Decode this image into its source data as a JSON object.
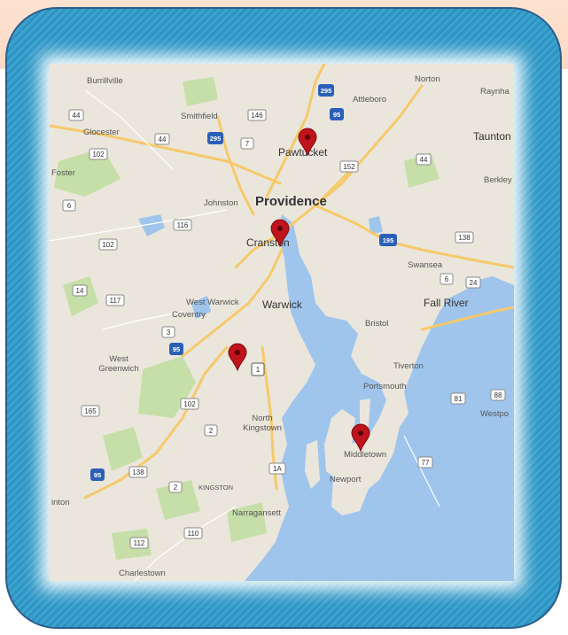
{
  "map": {
    "places": [
      {
        "id": "burrillville",
        "name": "Burrillville"
      },
      {
        "id": "norton",
        "name": "Norton"
      },
      {
        "id": "raynham",
        "name": "Raynha"
      },
      {
        "id": "attleboro",
        "name": "Attleboro"
      },
      {
        "id": "smithfield",
        "name": "Smithfield"
      },
      {
        "id": "glocester",
        "name": "Glocester"
      },
      {
        "id": "pawtucket",
        "name": "Pawtucket"
      },
      {
        "id": "taunton",
        "name": "Taunton"
      },
      {
        "id": "foster",
        "name": "Foster"
      },
      {
        "id": "berkley",
        "name": "Berkley"
      },
      {
        "id": "johnston",
        "name": "Johnston"
      },
      {
        "id": "providence",
        "name": "Providence"
      },
      {
        "id": "cranston",
        "name": "Cranston"
      },
      {
        "id": "swansea",
        "name": "Swansea"
      },
      {
        "id": "west-warwick",
        "name": "West Warwick"
      },
      {
        "id": "warwick",
        "name": "Warwick"
      },
      {
        "id": "coventry",
        "name": "Coventry"
      },
      {
        "id": "fall-river",
        "name": "Fall River"
      },
      {
        "id": "bristol",
        "name": "Bristol"
      },
      {
        "id": "west-greenwich",
        "name": "West\nGreenwich"
      },
      {
        "id": "tiverton",
        "name": "Tiverton"
      },
      {
        "id": "portsmouth",
        "name": "Portsmouth"
      },
      {
        "id": "westport",
        "name": "Westpo"
      },
      {
        "id": "north-kingstown",
        "name": "North\nKingstown"
      },
      {
        "id": "middletown",
        "name": "Middletown"
      },
      {
        "id": "newport",
        "name": "Newport"
      },
      {
        "id": "kingston",
        "name": "KINGSTON"
      },
      {
        "id": "narragansett",
        "name": "Narragansett"
      },
      {
        "id": "charlestown",
        "name": "Charlestown"
      },
      {
        "id": "hopkinton",
        "name": "inton"
      }
    ],
    "route_shields": [
      {
        "label": "44"
      },
      {
        "label": "146"
      },
      {
        "label": "295"
      },
      {
        "label": "95"
      },
      {
        "label": "7"
      },
      {
        "label": "102"
      },
      {
        "label": "44"
      },
      {
        "label": "152"
      },
      {
        "label": "44"
      },
      {
        "label": "6"
      },
      {
        "label": "116"
      },
      {
        "label": "102"
      },
      {
        "label": "195"
      },
      {
        "label": "138"
      },
      {
        "label": "6"
      },
      {
        "label": "24"
      },
      {
        "label": "14"
      },
      {
        "label": "117"
      },
      {
        "label": "3"
      },
      {
        "label": "95"
      },
      {
        "label": "1"
      },
      {
        "label": "81"
      },
      {
        "label": "88"
      },
      {
        "label": "165"
      },
      {
        "label": "102"
      },
      {
        "label": "2"
      },
      {
        "label": "77"
      },
      {
        "label": "1A"
      },
      {
        "label": "95"
      },
      {
        "label": "138"
      },
      {
        "label": "2"
      },
      {
        "label": "110"
      },
      {
        "label": "112"
      },
      {
        "label": "295"
      }
    ],
    "markers": [
      {
        "name": "Pawtucket marker",
        "color": "#c0141c"
      },
      {
        "name": "Cranston marker",
        "color": "#c0141c"
      },
      {
        "name": "East Greenwich marker",
        "color": "#c0141c"
      },
      {
        "name": "Middletown marker",
        "color": "#c0141c"
      }
    ],
    "colors": {
      "water": "#9fc5ed",
      "land": "#eae6dc",
      "park": "#c6dfa8",
      "highway": "#f6c96a",
      "frame": "#3aa3cf"
    }
  }
}
